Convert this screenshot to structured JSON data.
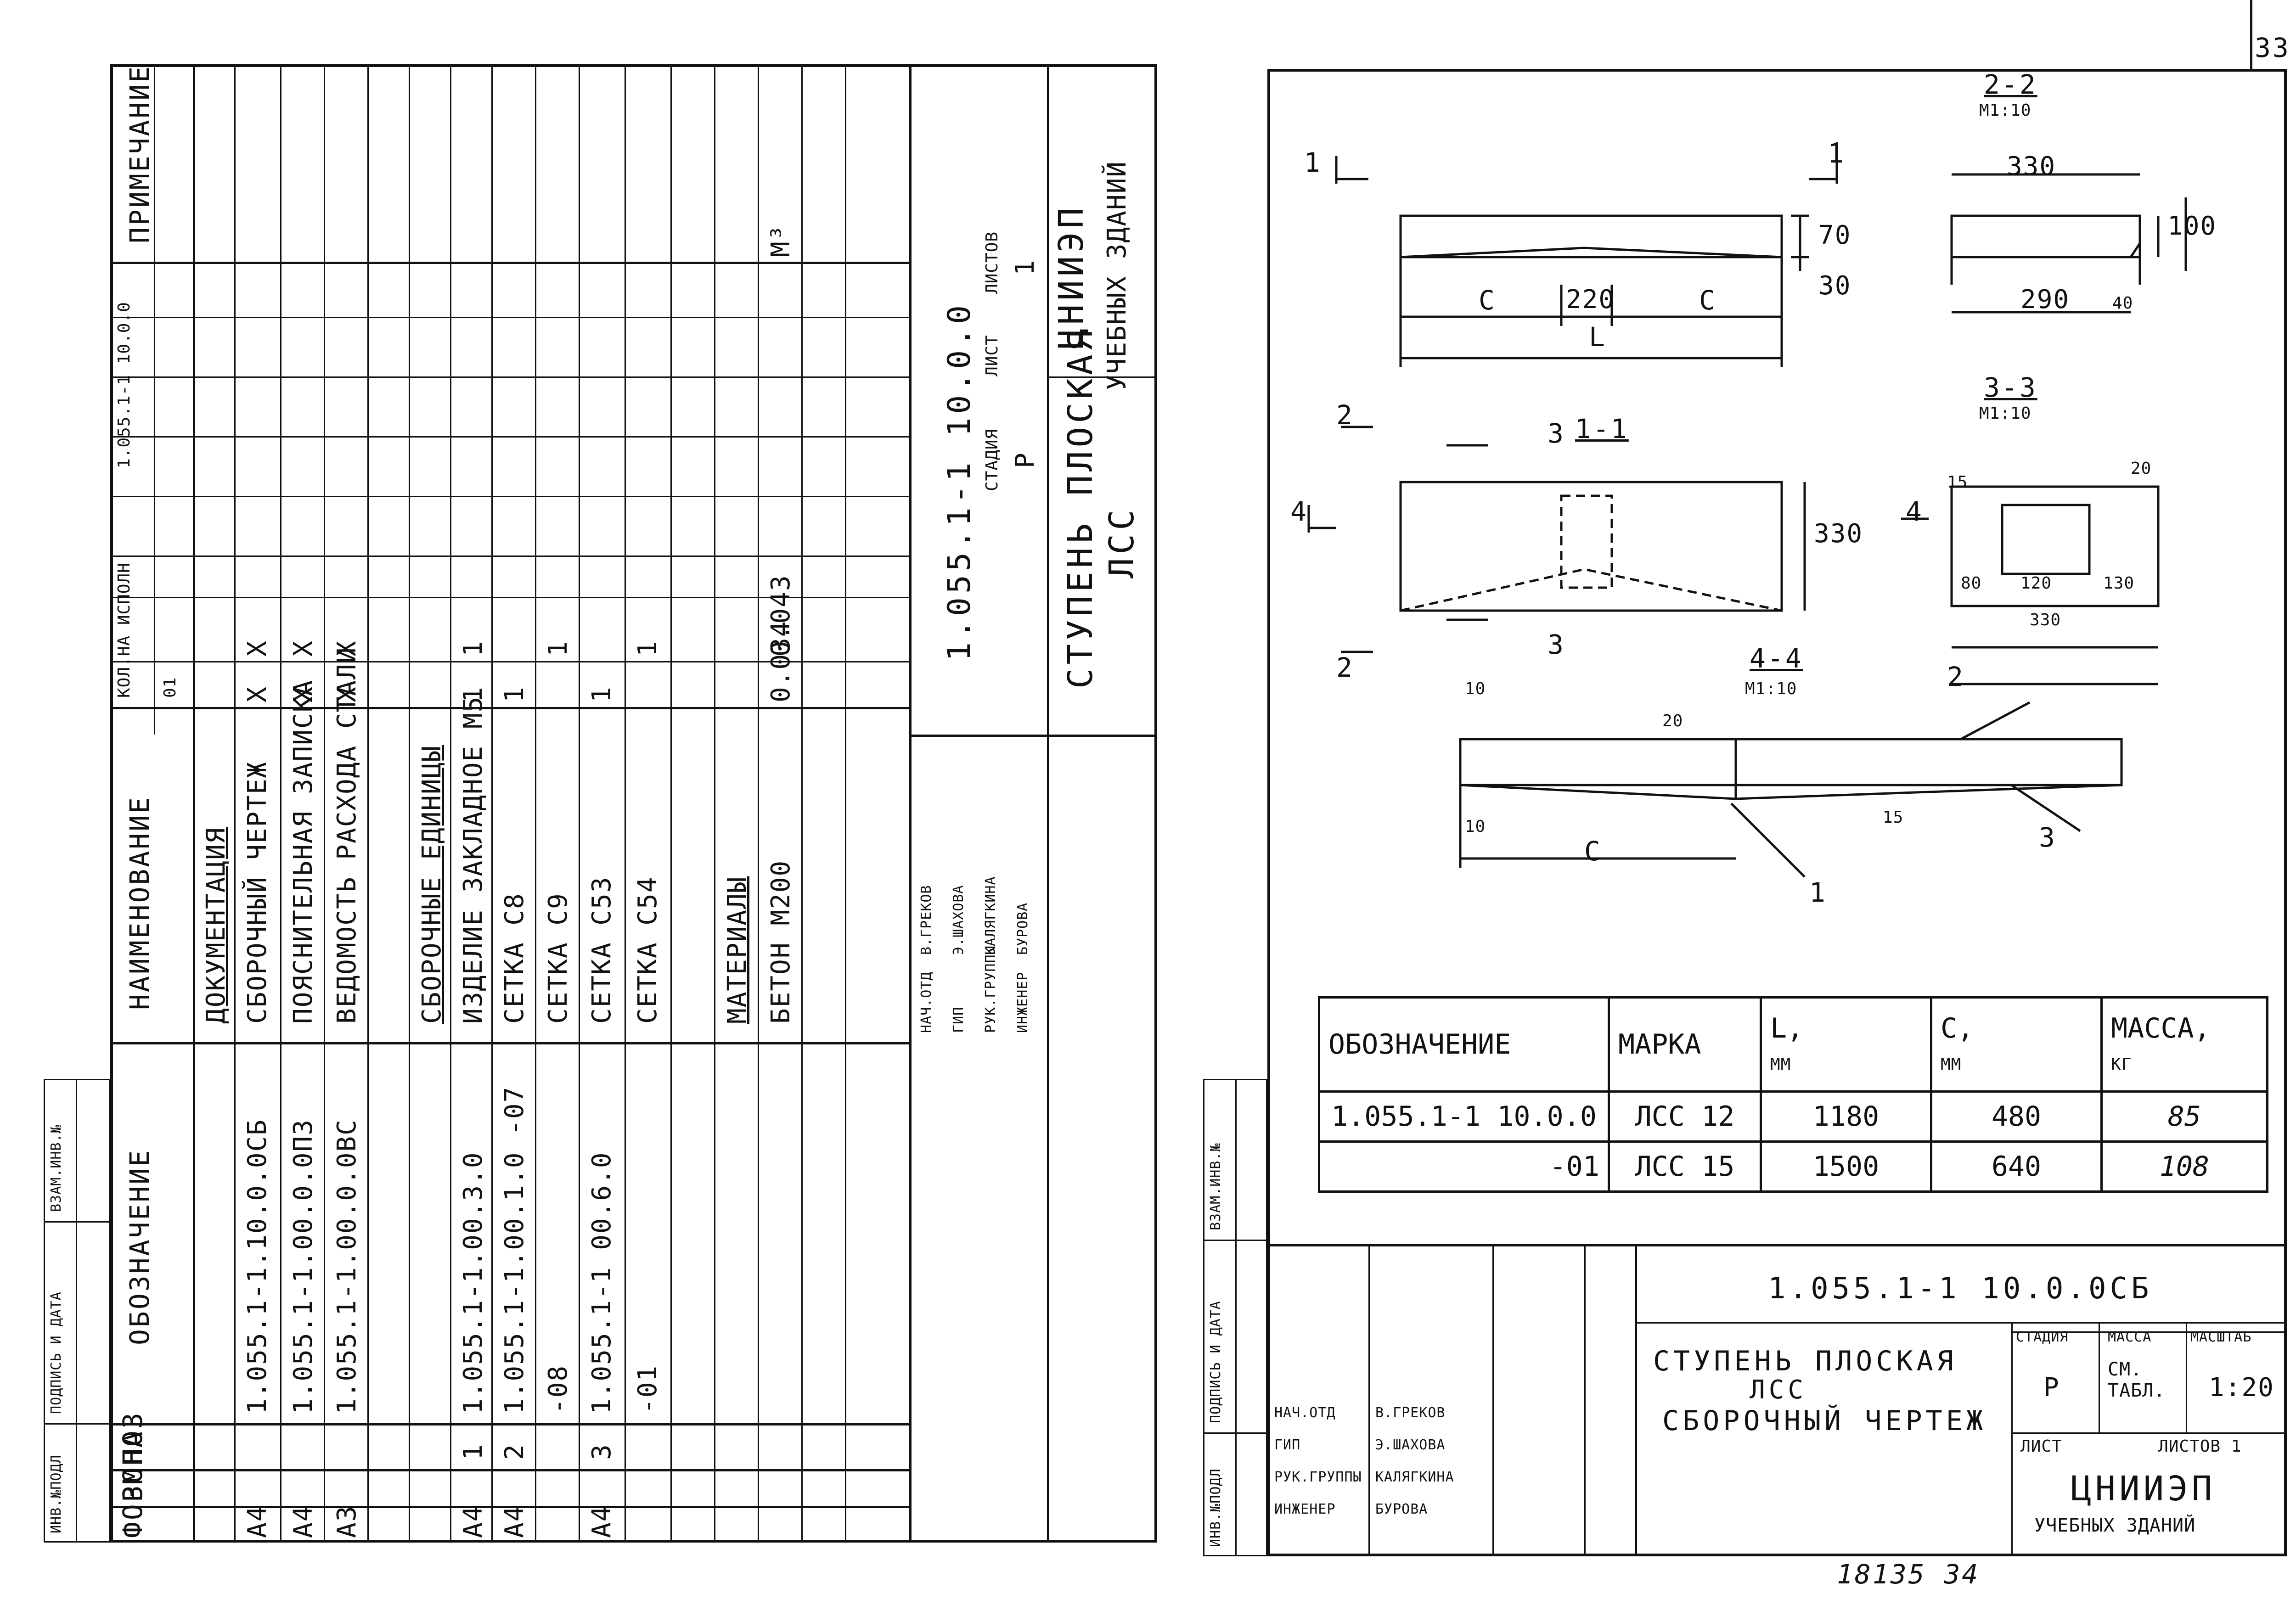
{
  "page_number": "33",
  "bottom_note": "18135  34",
  "left_sheet": {
    "headers": {
      "format": "ФОРМ",
      "zone": "ЗОНА",
      "pos": "ПОЗ",
      "designation": "ОБОЗНАЧЕНИЕ",
      "name": "НАИМЕНОВАНИЕ",
      "qty_exec": "КОЛ.НА ИСПОЛН",
      "doc_code": "1.055.1-1  10.0.0",
      "note": "ПРИМЕЧАНИЕ",
      "exec_01": "01"
    },
    "side_labels": {
      "inv_orig": "ИНВ.№ПОДЛ",
      "sign_date": "ПОДПИСЬ И ДАТА",
      "inv_copy": "ВЗАМ.ИНВ.№"
    },
    "rows": [
      {
        "format": "",
        "pos": "",
        "designation": "",
        "name": "ДОКУМЕНТАЦИЯ",
        "q0": "",
        "q1": "",
        "note": "",
        "section": true
      },
      {
        "format": "А4",
        "pos": "",
        "designation": "1.055.1-1.10.0.0СБ",
        "name": "СБОРОЧНЫЙ ЧЕРТЕЖ",
        "q0": "X",
        "q1": "X",
        "note": ""
      },
      {
        "format": "А4",
        "pos": "",
        "designation": "1.055.1-1.00.0.0ПЗ",
        "name": "ПОЯСНИТЕЛЬНАЯ ЗАПИСКА",
        "q0": "X",
        "q1": "X",
        "note": ""
      },
      {
        "format": "А3",
        "pos": "",
        "designation": "1.055.1-1.00.0.0ВС",
        "name": "ВЕДОМОСТЬ РАСХОДА СТАЛИ",
        "q0": "X",
        "q1": "X",
        "note": ""
      },
      {
        "format": "",
        "pos": "",
        "designation": "",
        "name": "",
        "q0": "",
        "q1": "",
        "note": ""
      },
      {
        "format": "",
        "pos": "",
        "designation": "",
        "name": "СБОРОЧНЫЕ ЕДИНИЦЫ",
        "q0": "",
        "q1": "",
        "note": "",
        "section": true
      },
      {
        "format": "А4",
        "pos": "1",
        "designation": "1.055.1-1.00.3.0",
        "name": "ИЗДЕЛИЕ ЗАКЛАДНОЕ М5",
        "q0": "1",
        "q1": "1",
        "note": ""
      },
      {
        "format": "А4",
        "pos": "2",
        "designation": "1.055.1-1.00.1.0 -07",
        "name": "СЕТКА  С8",
        "q0": "1",
        "q1": "",
        "note": ""
      },
      {
        "format": "",
        "pos": "",
        "designation": "-08",
        "name": "СЕТКА  С9",
        "q0": "",
        "q1": "1",
        "note": ""
      },
      {
        "format": "А4",
        "pos": "3",
        "designation": "1.055.1-1 00.6.0",
        "name": "СЕТКА  С53",
        "q0": "1",
        "q1": "",
        "note": ""
      },
      {
        "format": "",
        "pos": "",
        "designation": "-01",
        "name": "СЕТКА  С54",
        "q0": "",
        "q1": "1",
        "note": ""
      },
      {
        "format": "",
        "pos": "",
        "designation": "",
        "name": "",
        "q0": "",
        "q1": "",
        "note": ""
      },
      {
        "format": "",
        "pos": "",
        "designation": "",
        "name": "МАТЕРИАЛЫ",
        "q0": "",
        "q1": "",
        "note": "",
        "section": true
      },
      {
        "format": "",
        "pos": "",
        "designation": "",
        "name": "БЕТОН  М200",
        "q0": "0.034",
        "q1": "0.043",
        "note": "М³"
      }
    ],
    "title_block": {
      "code": "1.055.1-1  10.0.0",
      "title_line1": "СТУПЕНЬ  ПЛОСКАЯ",
      "title_line2": "ЛСС",
      "stage_h": "СТАДИЯ",
      "sheet_h": "ЛИСТ",
      "sheets_h": "ЛИСТОВ",
      "stage": "Р",
      "sheets": "1",
      "org": "ЦНИИЭП",
      "org2": "УЧЕБНЫХ  ЗДАНИЙ",
      "staff": [
        {
          "role": "НАЧ.ОТД",
          "name": "В.ГРЕКОВ"
        },
        {
          "role": "ГИП",
          "name": "Э.ШАХОВА"
        },
        {
          "role": "РУК.ГРУППЫ",
          "name": "КАЛЯГКИНА"
        },
        {
          "role": "ИНЖЕНЕР",
          "name": "БУРОВА"
        }
      ]
    }
  },
  "right_sheet": {
    "side_labels": {
      "inv_orig": "ИНВ.№ПОДЛ",
      "sign_date": "ПОДПИСЬ И ДАТА",
      "inv_copy": "ВЗАМ.ИНВ.№"
    },
    "views": {
      "v22_title": "2-2",
      "v22_scale": "М1:10",
      "v33_title": "3-3",
      "v33_scale": "М1:10",
      "v11_title": "1-1",
      "v44_title": "4-4",
      "v44_scale": "М1:10",
      "cut1a": "1",
      "cut1b": "1",
      "cut2a": "2",
      "cut2b": "2",
      "cut3a": "3",
      "cut3b": "3",
      "cut4a": "4",
      "cut4b": "4",
      "dim_c": "С",
      "dim_220": "220",
      "dim_L": "L",
      "dim_70": "70",
      "dim_30": "30",
      "dim_330": "330",
      "dim_100": "100",
      "dim_290": "290",
      "dim_40": "40",
      "dim_15": "15",
      "dim_20": "20",
      "dim_80": "80",
      "dim_120": "120",
      "dim_130": "130",
      "dim_10": "10",
      "pos_1": "1",
      "pos_2": "2",
      "pos_3": "3"
    },
    "spec_table": {
      "headers": [
        "ОБОЗНАЧЕНИЕ",
        "МАРКА",
        "L,",
        "С,",
        "МАССА,"
      ],
      "units": [
        "",
        "",
        "ММ",
        "ММ",
        "КГ"
      ],
      "rows": [
        [
          "1.055.1-1 10.0.0",
          "ЛСС 12",
          "1180",
          "480",
          "85"
        ],
        [
          "-01",
          "ЛСС 15",
          "1500",
          "640",
          "108"
        ]
      ]
    },
    "title_block": {
      "code": "1.055.1-1  10.0.0СБ",
      "title_line1": "СТУПЕНЬ  ПЛОСКАЯ",
      "title_line2": "ЛСС",
      "title_line3": "СБОРОЧНЫЙ  ЧЕРТЕЖ",
      "stage_h": "СТАДИЯ",
      "mass_h": "МАССА",
      "scale_h": "МАСШТАБ",
      "stage": "Р",
      "mass": "СМ. ТАБЛ.",
      "scale": "1:20",
      "sheet_h": "ЛИСТ",
      "sheets_h": "ЛИСТОВ 1",
      "org": "ЦНИИЭП",
      "org2": "УЧЕБНЫХ  ЗДАНИЙ",
      "staff": [
        {
          "role": "НАЧ.ОТД",
          "name": "В.ГРЕКОВ"
        },
        {
          "role": "ГИП",
          "name": "Э.ШАХОВА"
        },
        {
          "role": "РУК.ГРУППЫ",
          "name": "КАЛЯГКИНА"
        },
        {
          "role": "ИНЖЕНЕР",
          "name": "БУРОВА"
        }
      ]
    }
  }
}
